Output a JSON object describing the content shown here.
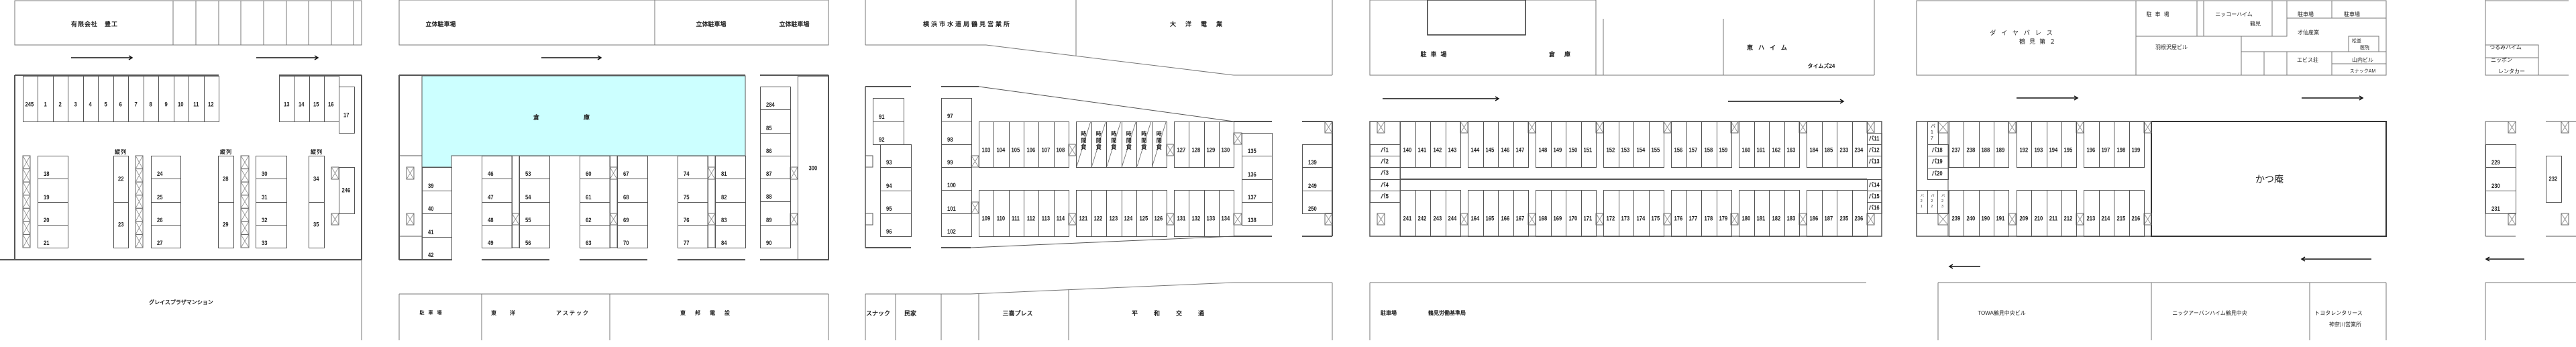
{
  "labels": {
    "houko": "有限会社　豊工",
    "grace": "グレイスプラザマンション",
    "rittai": "立体駐車場",
    "souko": "倉庫",
    "parking": "駐車場",
    "toyo": "東洋",
    "astec": "アステック",
    "toho": "東邦電設",
    "suido": "横浜市水道局鶴見営業所",
    "taiyo": "大洋電業",
    "snack": "スナック",
    "minka": "民家",
    "sanki": "三喜プレス",
    "heiwa": "平和交通",
    "megumi": "恵ハイム",
    "times": "タイムズ24",
    "roudou": "鶴見労働基準局",
    "dia1": "ダイヤパレス",
    "dia2": "鶴見第２",
    "nikko1": "ニッコーハイム",
    "nikko2": "鶴見",
    "saisen": "才仙産業",
    "matsu1": "松並",
    "matsu2": "医院",
    "hanezawa": "羽根沢屋ビル",
    "ebisu": "エビス荘",
    "yamauchi": "山内ビル",
    "snackam": "スナックAM",
    "katsu": "かつ庵",
    "towa": "TOWA鶴見中央ビル",
    "nick": "ニックアーバンハイム鶴見中央",
    "toyota1": "トヨタレンタリース",
    "toyota2": "神奈川営業所",
    "tsurumi": "つるみハイム",
    "nippon1": "ニッポン",
    "nippon2": "レンタカー",
    "tandem": "縦列"
  },
  "stalls": {
    "s1_top": [
      "245",
      "1",
      "2",
      "3",
      "4",
      "5",
      "6",
      "7",
      "8",
      "9",
      "10",
      "11",
      "12"
    ],
    "s1_top2": [
      "13",
      "14",
      "15",
      "16"
    ],
    "s1_17": [
      "17"
    ],
    "s1_18": [
      "18",
      "19",
      "20",
      "21"
    ],
    "s1_22": [
      "22",
      "23"
    ],
    "s1_24": [
      "24",
      "25",
      "26",
      "27"
    ],
    "s1_28": [
      "28",
      "29"
    ],
    "s1_30": [
      "30",
      "31",
      "32",
      "33"
    ],
    "s1_34": [
      "34",
      "35"
    ],
    "s1_246": [
      "246"
    ],
    "s2_39": [
      "39",
      "40",
      "41",
      "42"
    ],
    "s2_46": [
      "46",
      "47",
      "48",
      "49"
    ],
    "s2_53": [
      "53",
      "54",
      "55",
      "56"
    ],
    "s2_60": [
      "60",
      "61",
      "62",
      "63"
    ],
    "s2_67": [
      "67",
      "68",
      "69",
      "70"
    ],
    "s2_74": [
      "74",
      "75",
      "76",
      "77"
    ],
    "s2_81": [
      "81",
      "82",
      "83",
      "84"
    ],
    "s2_284": [
      "284",
      "85",
      "86",
      "87",
      "88",
      "89",
      "90"
    ],
    "s2_300": [
      "300"
    ],
    "s3_91": [
      "91",
      "92"
    ],
    "s3_93": [
      "93",
      "94",
      "95",
      "96"
    ],
    "s3_97": [
      "97",
      "98",
      "99",
      "100",
      "101",
      "102"
    ],
    "s3_103": [
      "103",
      "104",
      "105",
      "106",
      "107",
      "108"
    ],
    "s3_timed": [
      "時間貸",
      "時間貸",
      "時間貸",
      "時間貸",
      "時間貸",
      "時間貸"
    ],
    "s3_127": [
      "127",
      "128",
      "129",
      "130"
    ],
    "s3_109": [
      "109",
      "110",
      "111",
      "112",
      "113",
      "114"
    ],
    "s3_121": [
      "121",
      "122",
      "123",
      "124",
      "125",
      "126"
    ],
    "s3_131": [
      "131",
      "132",
      "133",
      "134"
    ],
    "s3_135": [
      "135",
      "136",
      "137",
      "138"
    ],
    "s4_139": [
      "139",
      "249",
      "250"
    ],
    "s4_ba1": [
      "バ1",
      "バ2",
      "バ3",
      "バ4",
      "バ5"
    ],
    "s4_t1": [
      "140",
      "141",
      "142",
      "143"
    ],
    "s4_t2": [
      "144",
      "145",
      "146",
      "147"
    ],
    "s4_t3": [
      "148",
      "149",
      "150",
      "151"
    ],
    "s4_t4": [
      "152",
      "153",
      "154",
      "155"
    ],
    "s4_t5": [
      "156",
      "157",
      "158",
      "159"
    ],
    "s4_t6": [
      "160",
      "161",
      "162",
      "163"
    ],
    "s4_t7": [
      "184",
      "185",
      "233",
      "234"
    ],
    "s4_b1": [
      "241",
      "242",
      "243",
      "244"
    ],
    "s4_b2": [
      "164",
      "165",
      "166",
      "167"
    ],
    "s4_b3": [
      "168",
      "169",
      "170",
      "171"
    ],
    "s4_b4": [
      "172",
      "173",
      "174",
      "175"
    ],
    "s4_b5": [
      "176",
      "177",
      "178",
      "179"
    ],
    "s4_b6": [
      "180",
      "181",
      "182",
      "183"
    ],
    "s4_b7": [
      "186",
      "187",
      "235",
      "236"
    ],
    "s4_ba11": [
      "バ11",
      "バ12",
      "バ13"
    ],
    "s4_ba14": [
      "バ14",
      "バ15",
      "バ16"
    ],
    "s5_ba17": [
      "バ17"
    ],
    "s5_ba18": [
      "バ18",
      "バ19",
      "バ20"
    ],
    "s5_t1": [
      "237",
      "238",
      "188",
      "189"
    ],
    "s5_t2": [
      "192",
      "193",
      "194",
      "195"
    ],
    "s5_t3": [
      "196",
      "197",
      "198",
      "199"
    ],
    "s5_b1": [
      "239",
      "240",
      "190",
      "191"
    ],
    "s5_b2": [
      "209",
      "210",
      "211",
      "212"
    ],
    "s5_b3": [
      "213",
      "214",
      "215",
      "216"
    ],
    "s5_ba21": [
      "バ21",
      "バ22",
      "バ23"
    ],
    "s6_229": [
      "229",
      "230",
      "231"
    ],
    "s6_232": [
      "232"
    ]
  },
  "colors": {
    "warehouse": "#ccffff",
    "line": "#555555"
  }
}
